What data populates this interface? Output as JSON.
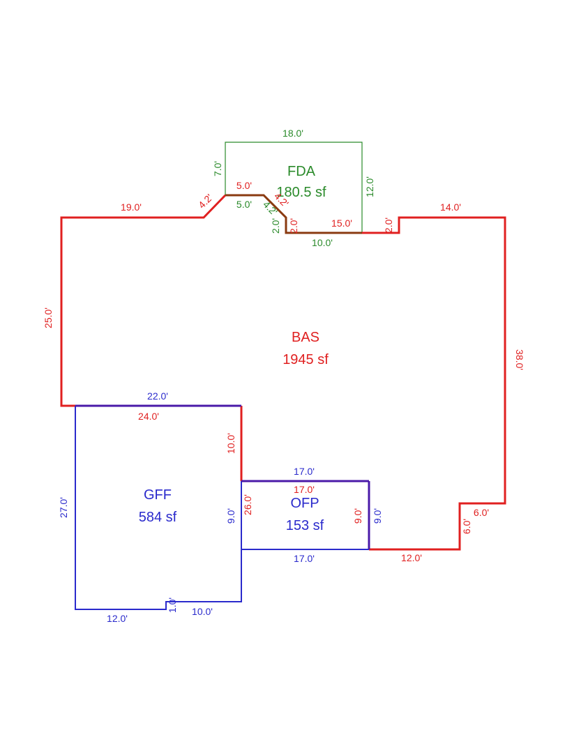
{
  "colors": {
    "bas": "#e02020",
    "fda": "#2a8a2a",
    "gff": "#2a2acc",
    "ofp": "#2a2acc",
    "shared_bas_gff": "#5a1a9a",
    "shared_bas_fda": "#8a3a10"
  },
  "areas": {
    "bas": {
      "name": "BAS",
      "size": "1945 sf"
    },
    "fda": {
      "name": "FDA",
      "size": "180.5 sf"
    },
    "gff": {
      "name": "GFF",
      "size": "584 sf"
    },
    "ofp": {
      "name": "OFP",
      "size": "153 sf"
    }
  },
  "dims": {
    "bas": {
      "left_top": "19.0'",
      "diag_left": "4.2'",
      "top_mid": "5.0'",
      "diag_right": "4.2'",
      "notch_drop": "2.0'",
      "top_right_mid": "15.0'",
      "step_up": "2.0'",
      "top_right": "14.0'",
      "left_side": "25.0'",
      "right_side": "38.0'",
      "bottom_step_inner": "24.0'",
      "gff_right_upper": "10.0'",
      "ofp_left": "26.0'",
      "ofp_top": "17.0'",
      "ofp_right": "9.0'",
      "bottom_right": "12.0'",
      "corner_vert": "6.0'",
      "corner_horiz": "6.0'"
    },
    "fda": {
      "top": "18.0'",
      "left": "7.0'",
      "right": "12.0'",
      "inner_top": "5.0'",
      "inner_diag": "4.2'",
      "inner_drop": "2.0'",
      "bottom": "10.0'"
    },
    "gff": {
      "top": "22.0'",
      "left": "27.0'",
      "right": "9.0'",
      "bottom_left": "12.0'",
      "bottom_step": "1.0'",
      "bottom_right": "10.0'"
    },
    "ofp": {
      "top": "17.0'",
      "right": "9.0'",
      "bottom": "17.0'"
    }
  }
}
